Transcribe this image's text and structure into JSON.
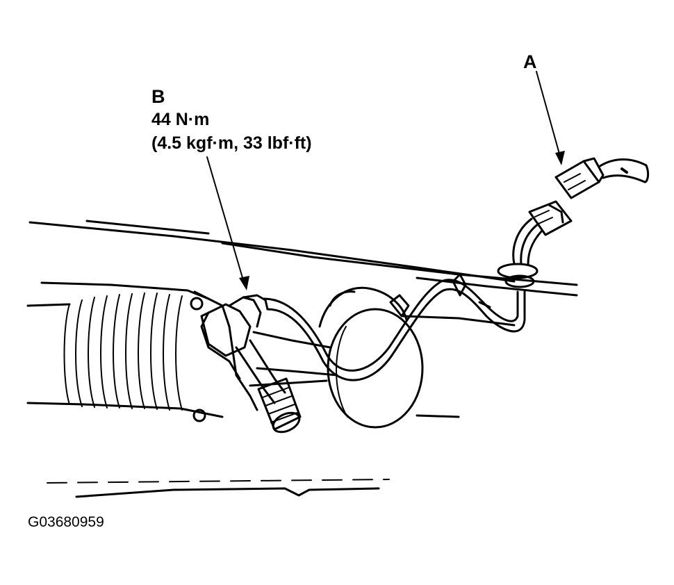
{
  "labels": {
    "a": "A",
    "b": "B",
    "b_torque": "44 N·m",
    "b_torque_alt": "(4.5 kgf·m, 33 lbf·ft)"
  },
  "figure_id": "G03680959",
  "colors": {
    "ink": "#000000",
    "background": "#ffffff"
  }
}
